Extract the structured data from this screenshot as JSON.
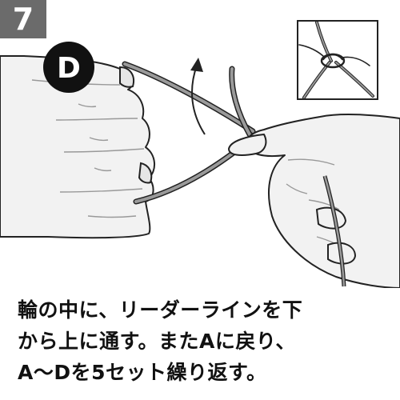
{
  "step": {
    "number": "7"
  },
  "label": {
    "letter": "D"
  },
  "instructions": {
    "lines": [
      "輪の中に、リーダーラインを下",
      "から上に通す。またAに戻り、",
      "A〜Dを5セット繰り返す。"
    ]
  },
  "colors": {
    "badge": "#6b6b6b",
    "hand_fill": "#f2f2f2",
    "outline": "#222222",
    "line_gray": "#8a8a8a"
  }
}
